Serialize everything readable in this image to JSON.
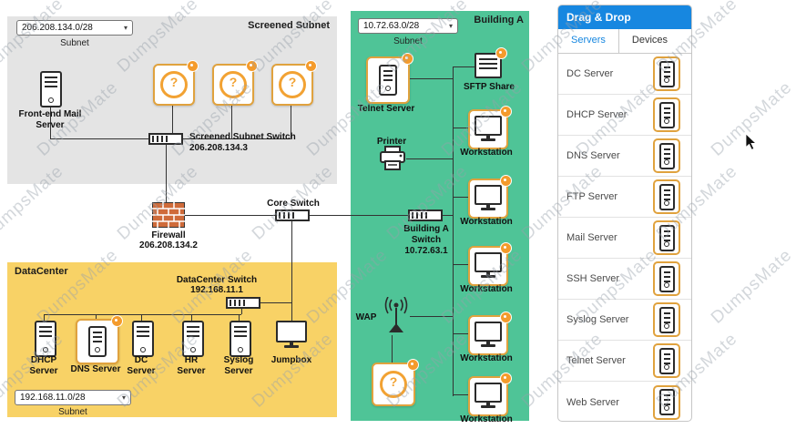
{
  "watermark": {
    "text": "DumpsMate"
  },
  "icons": {
    "chevron_down": "▾",
    "question_mark": "?"
  },
  "screened_subnet": {
    "title": "Screened Subnet",
    "subnet_value": "206.208.134.0/28",
    "subnet_label": "Subnet",
    "mail_server": "Front-end Mail Server",
    "switch_name": "Screened Subnet Switch",
    "switch_ip": "206.208.134.3"
  },
  "core": {
    "core_switch": "Core Switch",
    "firewall": "Firewall",
    "firewall_ip": "206.208.134.2"
  },
  "datacenter": {
    "title": "DataCenter",
    "switch_name": "DataCenter Switch",
    "switch_ip": "192.168.11.1",
    "placed_server": "DNS Server",
    "servers": [
      "DHCP Server",
      "DC Server",
      "HR Server",
      "Syslog Server"
    ],
    "jumpbox": "Jumpbox",
    "subnet_value": "192.168.11.0/28",
    "subnet_label": "Subnet"
  },
  "building_a": {
    "title": "Building A",
    "subnet_value": "10.72.63.0/28",
    "subnet_label": "Subnet",
    "placed_server": "Telnet Server",
    "sftp": "SFTP Share",
    "printer": "Printer",
    "switch_name": "Building A Switch",
    "switch_ip": "10.72.63.1",
    "wap": "WAP",
    "workstations": [
      "Workstation",
      "Workstation",
      "Workstation",
      "Workstation",
      "Workstation"
    ]
  },
  "panel": {
    "title": "Drag & Drop",
    "tabs": [
      "Servers",
      "Devices"
    ],
    "items": [
      "DC Server",
      "DHCP Server",
      "DNS Server",
      "FTP Server",
      "Mail Server",
      "SSH Server",
      "Syslog Server",
      "Telnet Server",
      "Web Server"
    ]
  }
}
